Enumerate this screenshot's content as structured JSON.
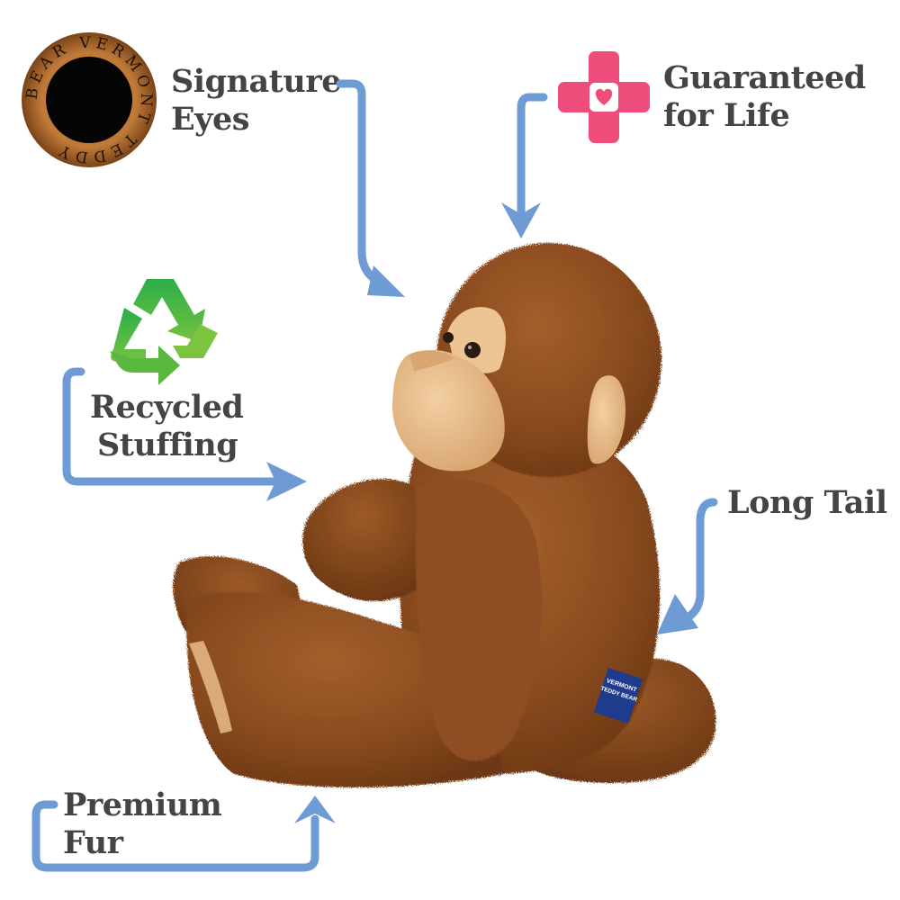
{
  "infographic": {
    "product": "plush monkey",
    "features": [
      {
        "id": "signature-eyes",
        "lines": [
          "Signature",
          "Eyes"
        ],
        "icon": "eye-button-icon"
      },
      {
        "id": "guaranteed-for-life",
        "lines": [
          "Guaranteed",
          "for Life"
        ],
        "icon": "heart-cross-icon"
      },
      {
        "id": "recycled-stuffing",
        "lines": [
          "Recycled",
          "Stuffing"
        ],
        "icon": "recycle-icon"
      },
      {
        "id": "long-tail",
        "lines": [
          "Long Tail"
        ],
        "icon": null
      },
      {
        "id": "premium-fur",
        "lines": [
          "Premium",
          "Fur"
        ],
        "icon": null
      }
    ],
    "eye_badge_text": "BEAR VERMONT TEDDY",
    "tag_text": [
      "VERMONT",
      "TEDDY BEAR"
    ],
    "colors": {
      "arrow": "#6e9bd3",
      "label_text": "#444444",
      "cross_pink": "#ee4d7c",
      "recycle_green": "#3cb44a",
      "eye_ring": "#a8642b",
      "fur_brown": "#8a4b1f",
      "muzzle_tan": "#e8bc8a",
      "tag_blue": "#1e3b8c"
    }
  }
}
